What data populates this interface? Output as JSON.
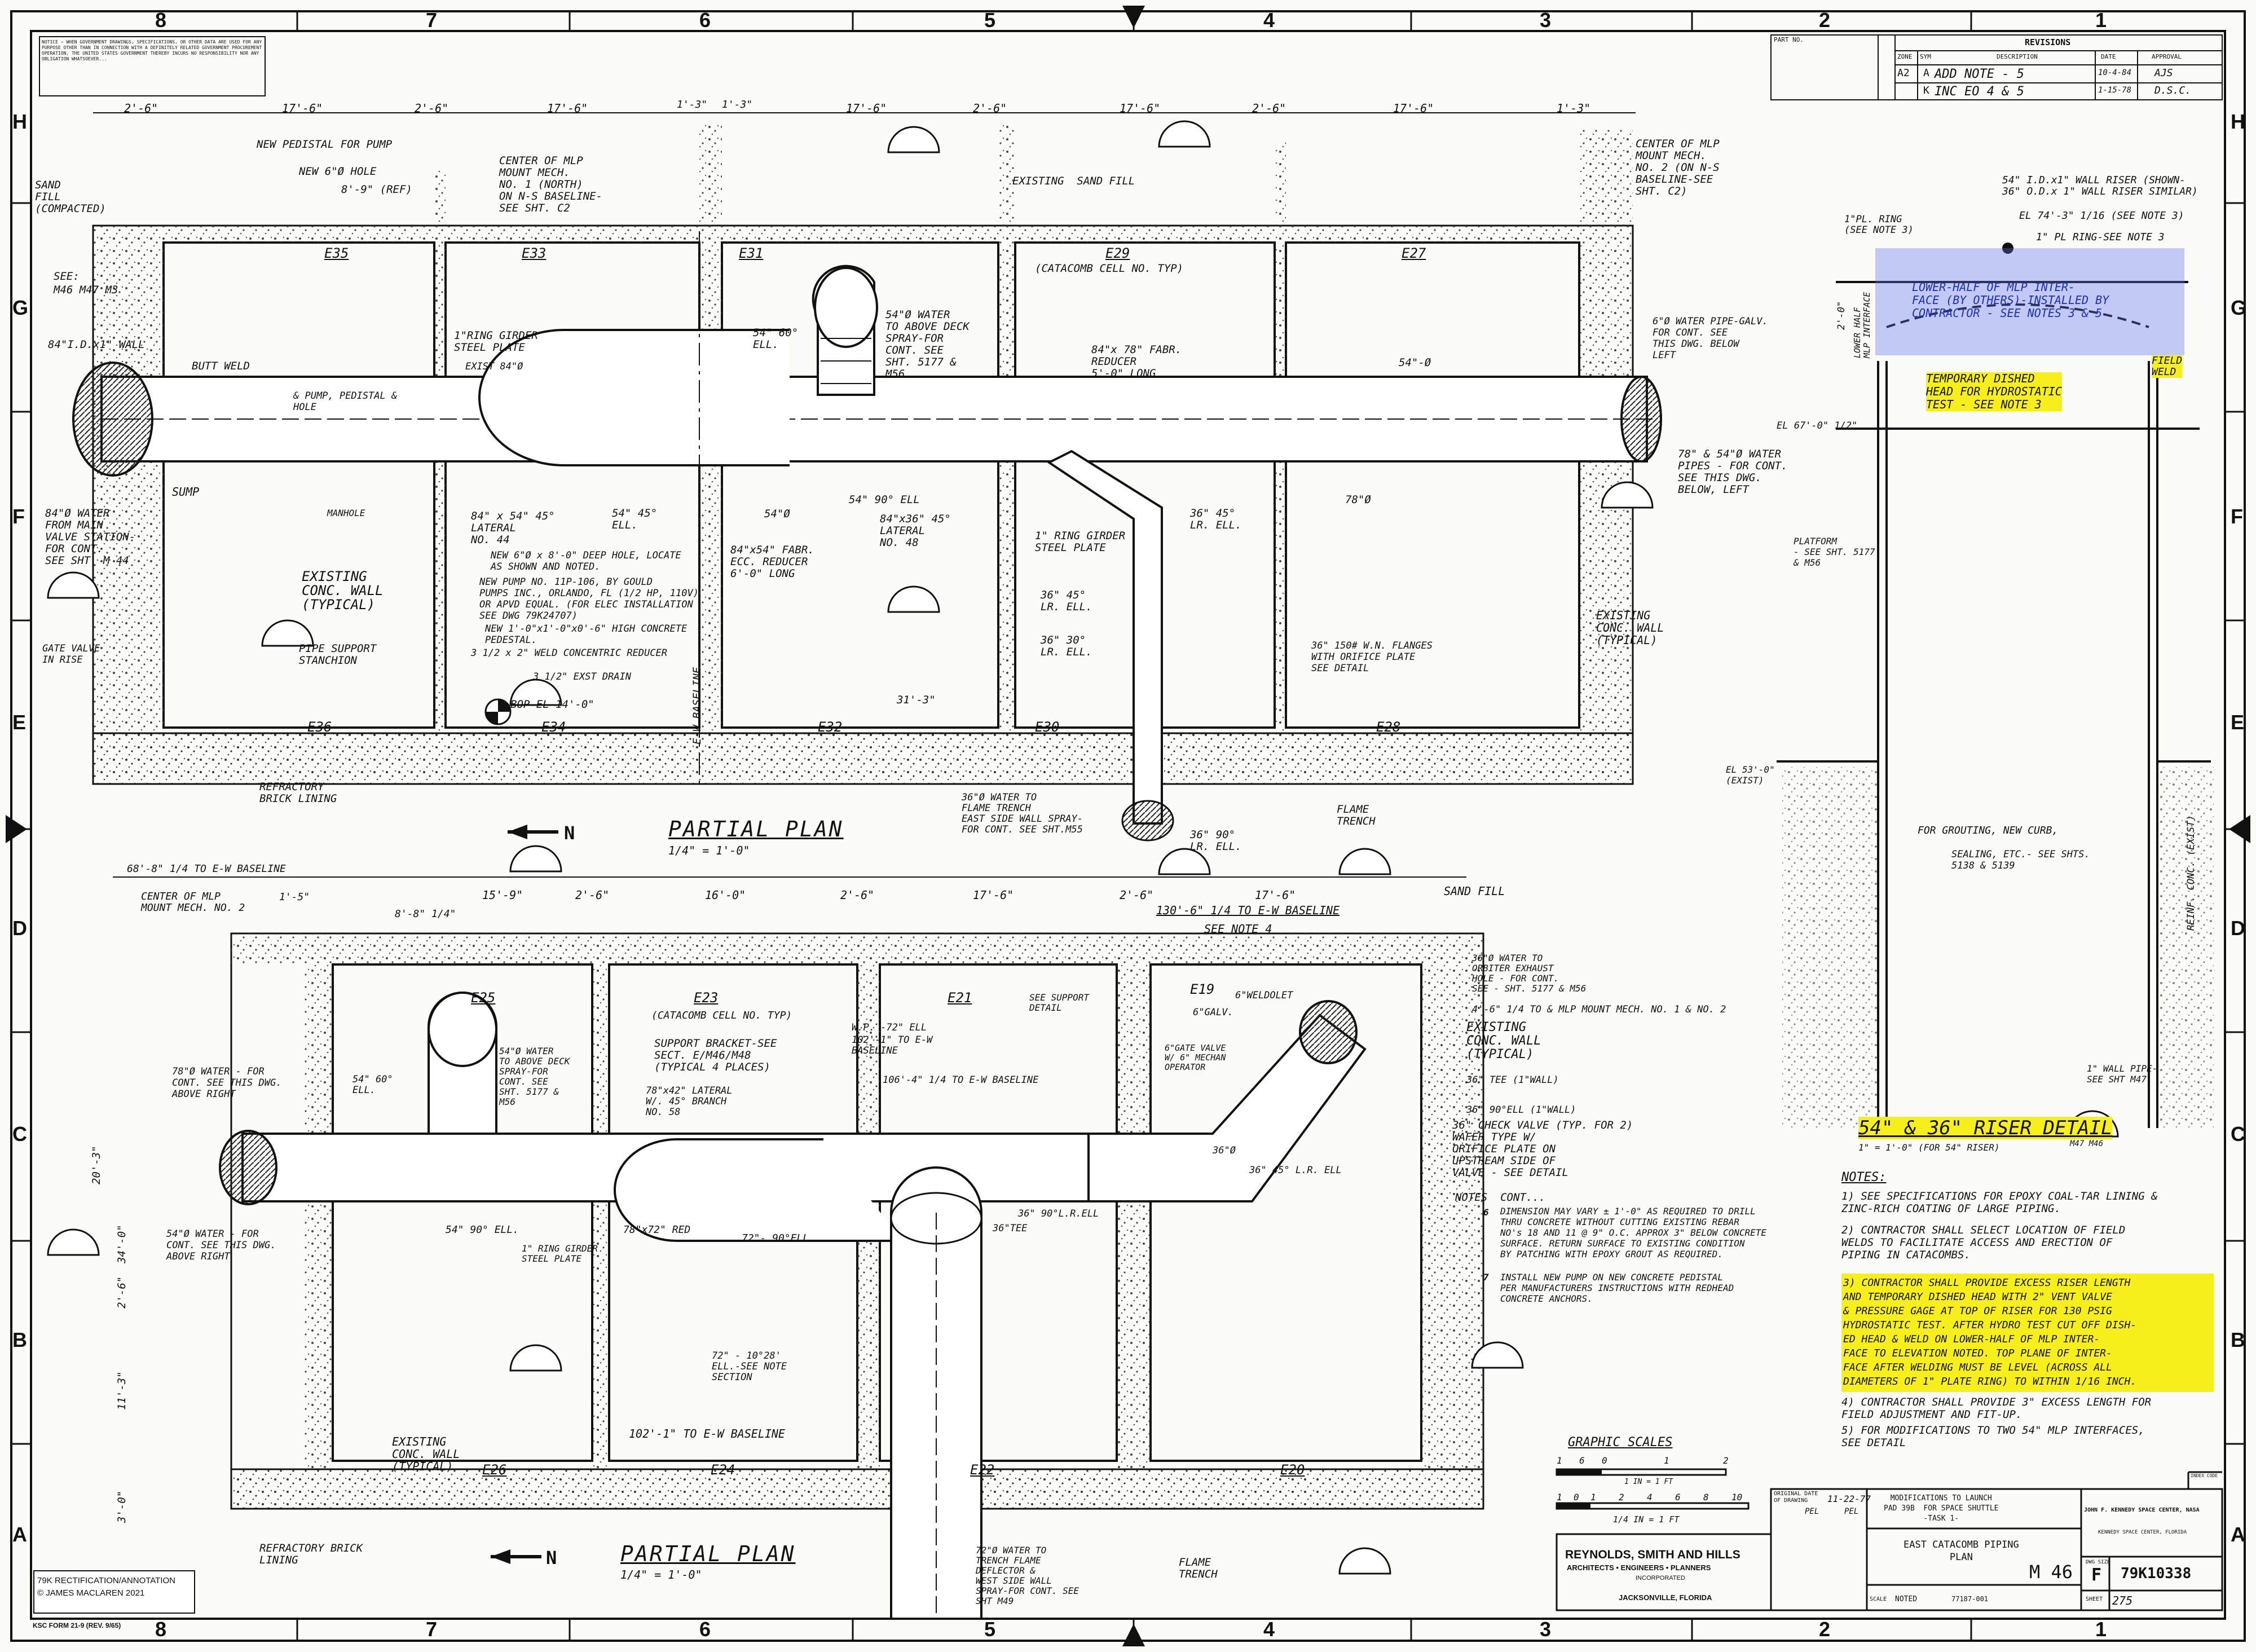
{
  "notice": "NOTICE — WHEN GOVERNMENT DRAWINGS, SPECIFICATIONS, OR OTHER DATA ARE USED FOR ANY PURPOSE OTHER THAN IN CONNECTION WITH A DEFINITELY RELATED GOVERNMENT PROCUREMENT OPERATION, THE UNITED STATES GOVERNMENT THEREBY INCURS NO RESPONSIBILITY NOR ANY OBLIGATION WHATSOEVER...",
  "grid": {
    "columns": [
      "8",
      "7",
      "6",
      "5",
      "4",
      "3",
      "2",
      "1"
    ],
    "rows": [
      "H",
      "G",
      "F",
      "E",
      "D",
      "C",
      "B",
      "A"
    ]
  },
  "revisions": {
    "part_no_label": "PART NO.",
    "header": "REVISIONS",
    "cols": [
      "ZONE",
      "SYM",
      "DESCRIPTION",
      "DATE",
      "APPROVAL"
    ],
    "rows": [
      {
        "zone": "A2",
        "sym": "A",
        "desc": "ADD NOTE - 5",
        "date": "10-4-84",
        "approval": "AJS"
      },
      {
        "zone": "",
        "sym": "K",
        "desc": "INC EO 4 & 5",
        "date": "1-15-78",
        "approval": "D.S.C."
      }
    ]
  },
  "upper_plan": {
    "dims_top": [
      "2'-6\"",
      "17'-6\"",
      "2'-6\"",
      "17'-6\"",
      "1'-3\"",
      "1'-3\"",
      "17'-6\"",
      "2'-6\"",
      "17'-6\"",
      "2'-6\"",
      "17'-6\"",
      "1'-3\""
    ],
    "cells": [
      "E35",
      "E33",
      "E31",
      "E29",
      "E27",
      "E36",
      "E34",
      "E32",
      "E30",
      "E28"
    ],
    "labels": [
      {
        "id": "new_pedestal",
        "text": "NEW PEDISTAL FOR PUMP"
      },
      {
        "id": "new_hole",
        "text": "NEW 6\"Ø HOLE"
      },
      {
        "id": "ref",
        "text": "8'-9\" (REF)"
      },
      {
        "id": "center_mlp_north",
        "text": "CENTER OF MLP\nMOUNT MECH.\nNO. 1 (NORTH)\nON N-S BASELINE-\nSEE SHT. C2"
      },
      {
        "id": "existing_sand_fill",
        "text": "EXISTING  SAND FILL"
      },
      {
        "id": "catacomb_cell",
        "text": "(CATACOMB CELL NO. TYP)"
      },
      {
        "id": "center_mlp_2",
        "text": "CENTER OF MLP\nMOUNT MECH.\nNO. 2 (ON N-S\nBASELINE-SEE\nSHT. C2)"
      },
      {
        "id": "sand_fill",
        "text": "SAND\nFILL\n(COMPACTED)"
      },
      {
        "id": "see_m46",
        "text": "SEE:\nM46 M47 M3"
      },
      {
        "id": "wall84",
        "text": "84\"I.D.x1\" WALL"
      },
      {
        "id": "butt_weld",
        "text": "BUTT WELD"
      },
      {
        "id": "ring_girder",
        "text": "1\"RING GIRDER\nSTEEL PLATE"
      },
      {
        "id": "exist84",
        "text": "EXIST 84\"Ø"
      },
      {
        "id": "pump_hole",
        "text": "& PUMP, PEDISTAL &\nHOLE"
      },
      {
        "id": "elbow60",
        "text": "54\" 60°\nELL."
      },
      {
        "id": "water_above",
        "text": "54\"Ø WATER\nTO ABOVE DECK\nSPRAY-FOR\nCONT. SEE\nSHT. 5177 &\nM56"
      },
      {
        "id": "reducer_fab",
        "text": "84\"x 78\" FABR.\nREDUCER\n5'-0\" LONG"
      },
      {
        "id": "d54",
        "text": "54\"-Ø"
      },
      {
        "id": "water_pipe_galv",
        "text": "6\"Ø WATER PIPE-GALV.\nFOR CONT. SEE\nTHIS DWG. BELOW\nLEFT"
      },
      {
        "id": "sump",
        "text": "SUMP"
      },
      {
        "id": "manhole",
        "text": "MANHOLE"
      },
      {
        "id": "lat45",
        "text": "84\" x 54\" 45°\nLATERAL\nNO. 44"
      },
      {
        "id": "ell45",
        "text": "54\" 45°\nELL."
      },
      {
        "id": "d54b",
        "text": "54\"Ø"
      },
      {
        "id": "ell90",
        "text": "54\" 90° ELL"
      },
      {
        "id": "lat48",
        "text": "84\"x36\" 45°\nLATERAL\nNO. 48"
      },
      {
        "id": "ecc_reducer",
        "text": "84\"x54\" FABR.\nECC. REDUCER\n6'-0\" LONG"
      },
      {
        "id": "ring_girder2",
        "text": "1\" RING GIRDER\nSTEEL PLATE"
      },
      {
        "id": "lrell36",
        "text": "36\" 45°\nLR. ELL."
      },
      {
        "id": "d78",
        "text": "78\"Ø"
      },
      {
        "id": "water78",
        "text": "78\" & 54\"Ø WATER\nPIPES - FOR CONT.\nSEE THIS DWG.\nBELOW, LEFT"
      },
      {
        "id": "water84",
        "text": "84\"Ø WATER\nFROM MAIN\nVALVE STATION-\nFOR CONT.\nSEE SHT. M 44"
      },
      {
        "id": "existing_wall",
        "text": "EXISTING\nCONC. WALL\n(TYPICAL)"
      },
      {
        "id": "new_hole_locate",
        "text": "NEW 6\"Ø x 8'-0\" DEEP HOLE, LOCATE\nAS SHOWN AND NOTED."
      },
      {
        "id": "new_pump",
        "text": "NEW PUMP NO. 11P-106, BY GOULD\nPUMPS INC., ORLANDO, FL (1/2 HP, 110V)\nOR APVD EQUAL. (FOR ELEC INSTALLATION\nSEE DWG 79K24707)"
      },
      {
        "id": "new_pedestal2",
        "text": "NEW 1'-0\"x1'-0\"x0'-6\" HIGH CONCRETE\nPEDESTAL."
      },
      {
        "id": "weld_reducer",
        "text": "3 1/2 x 2\" WELD CONCENTRIC REDUCER"
      },
      {
        "id": "exst_drain",
        "text": "3 1/2\" EXST DRAIN"
      },
      {
        "id": "bop",
        "text": "BOP EL 14'-0\""
      },
      {
        "id": "gate_valve",
        "text": "GATE VALVE\nIN RISE"
      },
      {
        "id": "pipe_support",
        "text": "PIPE SUPPORT\nSTANCHION"
      },
      {
        "id": "lrell36_45",
        "text": "36\" 45°\nLR. ELL."
      },
      {
        "id": "lrell36_30",
        "text": "36\" 30°\nLR. ELL."
      },
      {
        "id": "flanges",
        "text": "36\" 150# W.N. FLANGES\nWITH ORIFICE PLATE\nSEE DETAIL"
      },
      {
        "id": "existing_wall2",
        "text": "EXISTING\nCONC. WALL\n(TYPICAL)"
      },
      {
        "id": "dim31",
        "text": "31'-3\""
      },
      {
        "id": "ew_baseline",
        "text": "E-W BASELINE"
      },
      {
        "id": "refractory",
        "text": "REFRACTORY\nBRICK LINING"
      },
      {
        "id": "water36",
        "text": "36\"Ø WATER TO\nFLAME TRENCH\nEAST SIDE WALL SPRAY-\nFOR CONT. SEE SHT.M55"
      },
      {
        "id": "ell36_90",
        "text": "36\" 90°\nLR. ELL."
      },
      {
        "id": "flame_trench",
        "text": "FLAME\nTRENCH"
      },
      {
        "id": "north",
        "text": "N"
      }
    ],
    "title": "PARTIAL PLAN",
    "scale": "1/4\" = 1'-0\""
  },
  "lower_plan": {
    "dims_top": [
      "15'-9\"",
      "2'-6\"",
      "16'-0\"",
      "2'-6\"",
      "17'-6\"",
      "2'-6\"",
      "17'-6\""
    ],
    "cells": [
      "E25",
      "E23",
      "E21",
      "E19",
      "E26",
      "E24",
      "E22",
      "E20"
    ],
    "labels": [
      {
        "id": "dim68",
        "text": "68'-8\" 1/4 TO E-W BASELINE"
      },
      {
        "id": "center_mlp",
        "text": "CENTER OF MLP\nMOUNT MECH. NO. 2"
      },
      {
        "id": "dim1_5",
        "text": "1'-5\""
      },
      {
        "id": "dim8_8",
        "text": "8'-8\" 1/4\""
      },
      {
        "id": "dim130",
        "text": "130'-6\" 1/4 TO E-W BASELINE"
      },
      {
        "id": "see_note4",
        "text": "SEE NOTE 4"
      },
      {
        "id": "sand_fill",
        "text": "SAND FILL"
      },
      {
        "id": "catacomb",
        "text": "(CATACOMB CELL NO. TYP)"
      },
      {
        "id": "support_bracket",
        "text": "SUPPORT BRACKET-SEE\nSECT. E/M46/M48\n(TYPICAL 4 PLACES)"
      },
      {
        "id": "wp72",
        "text": "W.P. -72\" ELL"
      },
      {
        "id": "dim102",
        "text": "102'-1\" TO E-W\nBASELINE"
      },
      {
        "id": "see_support",
        "text": "SEE SUPPORT\nDETAIL"
      },
      {
        "id": "galv6",
        "text": "6\"GALV."
      },
      {
        "id": "weldolet",
        "text": "6\"WELDOLET"
      },
      {
        "id": "water36_exhaust",
        "text": "36\"Ø WATER TO\nORBITER EXHAUST\nHOLE - FOR CONT.\nSEE - SHT. 5177 & M56"
      },
      {
        "id": "dim4_6",
        "text": "4'-6\" 1/4 TO & MLP MOUNT MECH. NO. 1 & NO. 2"
      },
      {
        "id": "existing_wall",
        "text": "EXISTING\nCONC. WALL\n(TYPICAL)"
      },
      {
        "id": "water78",
        "text": "78\"Ø WATER - FOR\nCONT. SEE THIS DWG.\nABOVE RIGHT"
      },
      {
        "id": "water54",
        "text": "54\"Ø WATER\nTO ABOVE DECK\nSPRAY-FOR\nCONT. SEE\nSHT. 5177 &\nM56"
      },
      {
        "id": "ell60",
        "text": "54\" 60°\nELL."
      },
      {
        "id": "lat78",
        "text": "78\"x42\" LATERAL\nW/. 45° BRANCH\nNO. 58"
      },
      {
        "id": "dim106",
        "text": "106'-4\" 1/4 TO E-W BASELINE"
      },
      {
        "id": "gate_valve",
        "text": "6\"GATE VALVE\nW/ 6\" MECHAN\nOPERATOR"
      },
      {
        "id": "tee_wall",
        "text": "36\" TEE (1\"WALL)"
      },
      {
        "id": "ell90_wall",
        "text": "36\" 90°ELL (1\"WALL)"
      },
      {
        "id": "check_valve",
        "text": "36\" CHECK VALVE (TYP. FOR 2)\nWAFER TYPE W/\nORIFICE PLATE ON\nUPSTREAM SIDE OF\nVALVE - SEE DETAIL"
      },
      {
        "id": "lrell45",
        "text": "36\" 45° L.R. ELL"
      },
      {
        "id": "d36",
        "text": "36\"Ø"
      },
      {
        "id": "ell90_36",
        "text": "36\" 90°L.R.ELL"
      },
      {
        "id": "tee36",
        "text": "36\"TEE"
      },
      {
        "id": "water54_right",
        "text": "54\"Ø WATER - FOR\nCONT. SEE THIS DWG.\nABOVE RIGHT"
      },
      {
        "id": "ell54_90",
        "text": "54\" 90° ELL."
      },
      {
        "id": "ring",
        "text": "1\" RING GIRDER\nSTEEL PLATE"
      },
      {
        "id": "red78",
        "text": "78\"x72\" RED"
      },
      {
        "id": "ell72_90",
        "text": "72\"- 90°ELL"
      },
      {
        "id": "ell72_28",
        "text": "72\" - 10°28'\nELL.-SEE NOTE\nSECTION"
      },
      {
        "id": "dim102b",
        "text": "102'-1\" TO E-W BASELINE"
      },
      {
        "id": "existing_wall2",
        "text": "EXISTING\nCONC. WALL\n(TYPICAL)"
      },
      {
        "id": "water72",
        "text": "72\"Ø WATER TO\nTRENCH FLAME\nDEFLECTOR &\nWEST SIDE WALL\nSPRAY-FOR CONT. SEE\nSHT M49"
      },
      {
        "id": "flame_trench",
        "text": "FLAME\nTRENCH"
      },
      {
        "id": "refractory",
        "text": "REFRACTORY BRICK\nLINING"
      },
      {
        "id": "dim20_3",
        "text": "20'-3\""
      },
      {
        "id": "dim34",
        "text": "34'-0\""
      },
      {
        "id": "dim11_3",
        "text": "11'-3\""
      },
      {
        "id": "dim3_0",
        "text": "3'-0\""
      },
      {
        "id": "dim2_6",
        "text": "2'-6\""
      },
      {
        "id": "north",
        "text": "N"
      }
    ],
    "title": "PARTIAL PLAN",
    "scale": "1/4\" = 1'-0\""
  },
  "notes_cont": {
    "header": "NOTES  CONT...",
    "items": [
      {
        "num": "6",
        "text": "DIMENSION MAY VARY ± 1'-0\" AS REQUIRED TO DRILL\nTHRU CONCRETE WITHOUT CUTTING EXISTING REBAR\nNO's 18 AND 11 @ 9\" O.C. APPROX 3\" BELOW CONCRETE\nSURFACE. RETURN SURFACE TO EXISTING CONDITION\nBY PATCHING WITH EPOXY GROUT AS REQUIRED."
      },
      {
        "num": "7",
        "text": "INSTALL NEW PUMP ON NEW CONCRETE PEDISTAL\nPER MANUFACTURERS INSTRUCTIONS WITH REDHEAD\nCONCRETE ANCHORS."
      }
    ]
  },
  "riser_detail": {
    "labels": [
      {
        "id": "riser54",
        "text": "54\" I.D.x1\" WALL RISER (SHOWN-\n36\" O.D.x 1\" WALL RISER SIMILAR)"
      },
      {
        "id": "el74",
        "text": "EL 74'-3\" 1/16 (SEE NOTE 3)"
      },
      {
        "id": "pl_ring",
        "text": "1\"PL. RING\n(SEE NOTE 3)"
      },
      {
        "id": "pl_ring2",
        "text": "1\" PL RING-SEE NOTE 3"
      },
      {
        "id": "lower_half",
        "text": "LOWER-HALF OF MLP INTER-\nFACE (BY OTHERS)-INSTALLED BY\nCONTRACTOR - SEE NOTES 3 & 5"
      },
      {
        "id": "dim2_0",
        "text": "2'-0\""
      },
      {
        "id": "lower_half_side",
        "text": "LOWER HALF\nMLP INTERFACE"
      },
      {
        "id": "temp_head",
        "text": "TEMPORARY DISHED\nHEAD FOR HYDROSTATIC\nTEST - SEE NOTE 3"
      },
      {
        "id": "field_weld",
        "text": "FIELD\nWELD"
      },
      {
        "id": "el67",
        "text": "EL 67'-0\" 1/2\""
      },
      {
        "id": "platform",
        "text": "PLATFORM\n- SEE SHT. 5177\n& M56"
      },
      {
        "id": "el53",
        "text": "EL 53'-0\"\n(EXIST)"
      },
      {
        "id": "grouting",
        "text": "FOR GROUTING, NEW CURB,"
      },
      {
        "id": "sealing",
        "text": "SEALING, ETC.- SEE SHTS.\n5138 & 5139"
      },
      {
        "id": "reinf",
        "text": "REINF. CONC. (EXIST)"
      },
      {
        "id": "wall_pipe",
        "text": "1\" WALL PIPE-\nSEE SHT M47"
      }
    ],
    "title": "54\" & 36\" RISER DETAIL",
    "scale": "1\" = 1'-0\" (FOR 54\" RISER)",
    "ref": "M47 M46"
  },
  "notes": {
    "header": "NOTES:",
    "items": [
      "1) SEE SPECIFICATIONS FOR EPOXY COAL-TAR LINING &\nZINC-RICH COATING OF LARGE PIPING.",
      "2) CONTRACTOR SHALL SELECT LOCATION OF FIELD\nWELDS TO FACILITATE ACCESS AND ERECTION OF\nPIPING IN CATACOMBS.",
      "3) CONTRACTOR SHALL PROVIDE EXCESS RISER LENGTH\nAND TEMPORARY DISHED HEAD WITH 2\" VENT VALVE\n& PRESSURE GAGE AT TOP OF RISER FOR 130 PSIG\nHYDROSTATIC TEST. AFTER HYDRO TEST CUT OFF DISH-\nED HEAD & WELD ON LOWER-HALF OF MLP INTER-\nFACE TO ELEVATION NOTED. TOP PLANE OF INTER-\nFACE AFTER WELDING MUST BE LEVEL (ACROSS ALL\nDIAMETERS OF 1\" PLATE RING) TO WITHIN 1/16 INCH.",
      "4) CONTRACTOR SHALL PROVIDE 3\" EXCESS LENGTH FOR\nFIELD ADJUSTMENT AND FIT-UP.",
      "5) FOR MODIFICATIONS TO TWO 54\" MLP INTERFACES,\nSEE DETAIL"
    ]
  },
  "graphic_scales": {
    "title": "GRAPHIC SCALES",
    "scale1_ticks": [
      "1",
      "6",
      "0",
      "1",
      "2"
    ],
    "scale1_label": "1 IN = 1 FT",
    "scale2_ticks": [
      "1",
      "0",
      "1",
      "2",
      "4",
      "6",
      "8",
      "10"
    ],
    "scale2_label": "1/4 IN = 1 FT"
  },
  "title_block": {
    "firm": "REYNOLDS, SMITH AND HILLS",
    "firm_sub": "ARCHITECTS • ENGINEERS • PLANNERS",
    "firm_inc": "INCORPORATED",
    "firm_city": "JACKSONVILLE, FLORIDA",
    "original_date_label": "ORIGINAL DATE\nOF DRAWING",
    "original_date": "11-22-77",
    "draftsman": "PEL",
    "checked": "PEL",
    "project": "MODIFICATIONS TO LAUNCH\nPAD 39B  FOR SPACE SHUTTLE\n-TASK 1-",
    "drawing_title": "EAST CATACOMB PIPING\nPLAN",
    "agency": "JOHN F. KENNEDY SPACE CENTER, NASA",
    "agency_sub": "KENNEDY SPACE CENTER, FLORIDA",
    "size_label": "DWG SIZE",
    "size": "F",
    "dwg_no": "79K10338",
    "sheet_no": "M 46",
    "scale_label": "SCALE",
    "scale": "NOTED",
    "sheet_label": "SHEET",
    "sheet": "275",
    "code_label": "INDEX CODE",
    "file_no": "77187-001"
  },
  "footer": {
    "annotation": "79K RECTIFICATION/ANNOTATION\n© JAMES MACLAREN 2021",
    "form": "KSC FORM 21-9 (REV. 9/65)"
  },
  "colors": {
    "highlight_yellow": "#f7ef1c",
    "riser_blue": "#5a6ef0",
    "ink": "#111111"
  }
}
